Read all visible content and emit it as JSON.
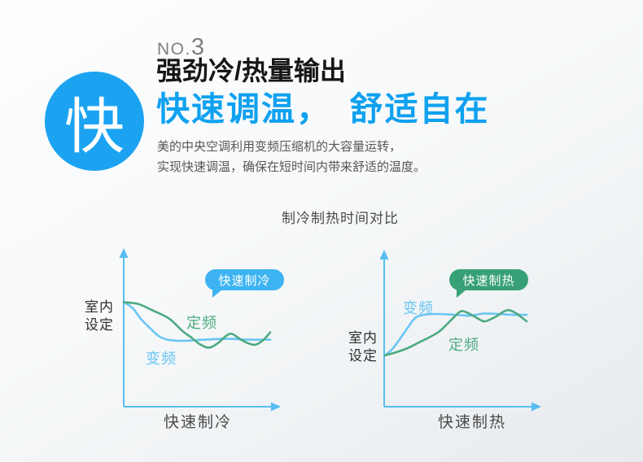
{
  "colors": {
    "accent": "#0fa1f0",
    "circle_blue": "#1ba3f2",
    "axis_blue": "#58bef2",
    "heading_dark": "#161616",
    "body_gray": "#575757",
    "no_gray": "#7f7f7f",
    "chart_title_gray": "#4b4b4b",
    "axis_label_dark": "#2f2f2f",
    "x_label_gray": "#4a4a4a",
    "page_bg_top": "#fdfefe",
    "page_bg_bottom": "#e7ebee"
  },
  "hero": {
    "circle_char": "快",
    "no_prefix": "NO.",
    "no_number": "3",
    "title": "强劲冷/热量输出",
    "subtitle": "快速调温，　舒适自在",
    "desc_line1": "美的中央空调利用变频压缩机的大容量运转，",
    "desc_line2": "实现快速调温，确保在短时间内带来舒适的温度。"
  },
  "comparison": {
    "title": "制冷制热时间对比"
  },
  "chart_data": [
    {
      "type": "line",
      "id": "cooling",
      "xlabel": "快速制冷",
      "ylabel_line1": "室内",
      "ylabel_line2": "设定",
      "callout": "快速制冷",
      "callout_color": "#3db3f1",
      "axis_note": "qualitative axes, no numeric ticks; x = time 0-1, y = room temp relative (1 = start temp, 0 = reached set level)",
      "legend_position": "inline-on-curves",
      "series": [
        {
          "name": "变频",
          "color": "#69c5f4",
          "points": [
            [
              0,
              1.0
            ],
            [
              0.06,
              0.85
            ],
            [
              0.12,
              0.55
            ],
            [
              0.18,
              0.32
            ],
            [
              0.24,
              0.11
            ],
            [
              0.3,
              0.02
            ],
            [
              0.4,
              -0.01
            ],
            [
              0.55,
              0.02
            ],
            [
              0.7,
              0.04
            ],
            [
              0.85,
              0.02
            ],
            [
              1.0,
              0.02
            ]
          ]
        },
        {
          "name": "定频",
          "color": "#4daa7f",
          "points": [
            [
              0,
              1.0
            ],
            [
              0.1,
              0.95
            ],
            [
              0.2,
              0.78
            ],
            [
              0.31,
              0.57
            ],
            [
              0.4,
              0.25
            ],
            [
              0.46,
              0.08
            ],
            [
              0.52,
              -0.1
            ],
            [
              0.58,
              -0.19
            ],
            [
              0.64,
              -0.08
            ],
            [
              0.7,
              0.12
            ],
            [
              0.74,
              0.17
            ],
            [
              0.8,
              0.02
            ],
            [
              0.86,
              -0.09
            ],
            [
              0.9,
              -0.11
            ],
            [
              0.95,
              0.0
            ],
            [
              1.0,
              0.21
            ]
          ]
        }
      ]
    },
    {
      "type": "line",
      "id": "heating",
      "xlabel": "快速制热",
      "ylabel_line1": "室内",
      "ylabel_line2": "设定",
      "callout": "快速制热",
      "callout_color": "#37a077",
      "axis_note": "qualitative axes, no numeric ticks; x = time 0-1, y = room temp relative (0 = start temp, 1 = reached set level)",
      "legend_position": "inline-on-curves",
      "series": [
        {
          "name": "变频",
          "color": "#69c5f4",
          "points": [
            [
              0,
              0
            ],
            [
              0.05,
              0.15
            ],
            [
              0.1,
              0.38
            ],
            [
              0.16,
              0.68
            ],
            [
              0.21,
              0.91
            ],
            [
              0.26,
              0.99
            ],
            [
              0.35,
              1.02
            ],
            [
              0.5,
              1.0
            ],
            [
              0.6,
              0.98
            ],
            [
              0.7,
              1.03
            ],
            [
              0.8,
              1.02
            ],
            [
              0.9,
              1.0
            ],
            [
              1.0,
              1.0
            ]
          ]
        },
        {
          "name": "定频",
          "color": "#4daa7f",
          "points": [
            [
              0,
              0
            ],
            [
              0.08,
              0.08
            ],
            [
              0.16,
              0.18
            ],
            [
              0.24,
              0.32
            ],
            [
              0.31,
              0.44
            ],
            [
              0.38,
              0.58
            ],
            [
              0.43,
              0.74
            ],
            [
              0.49,
              0.95
            ],
            [
              0.54,
              1.09
            ],
            [
              0.6,
              1.02
            ],
            [
              0.67,
              0.88
            ],
            [
              0.71,
              0.84
            ],
            [
              0.78,
              0.95
            ],
            [
              0.86,
              1.11
            ],
            [
              0.92,
              1.05
            ],
            [
              1.0,
              0.84
            ]
          ]
        }
      ]
    }
  ]
}
